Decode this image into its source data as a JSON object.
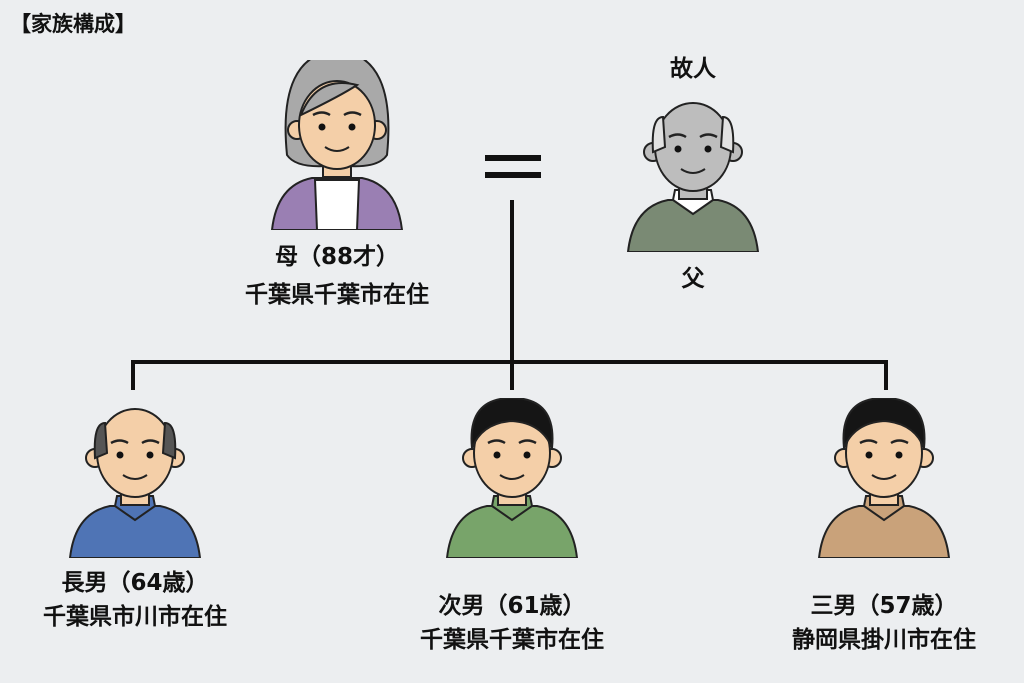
{
  "title": "【家族構成】",
  "mother": {
    "relation_age": "母（88才）",
    "residence": "千葉県千葉市在住",
    "hair": "#a9a9a9",
    "shirt": "#9a7fb3",
    "inner": "#ffffff",
    "skin": "#f4cfa8"
  },
  "father": {
    "status": "故人",
    "relation": "父",
    "hair": "#e2e2e2",
    "shirt": "#7a8a74",
    "inner": "#ffffff",
    "skin": "#bdbdbd"
  },
  "marriage_symbol": "=",
  "children": [
    {
      "relation_age": "長男（64歳）",
      "residence": "千葉県市川市在住",
      "hair": "#555555",
      "shirt": "#4f74b5",
      "inner": "#4f74b5",
      "skin": "#f4cfa8"
    },
    {
      "relation_age": "次男（61歳）",
      "residence": "千葉県千葉市在住",
      "hair": "#151515",
      "shirt": "#78a46a",
      "inner": "#78a46a",
      "skin": "#f4cfa8"
    },
    {
      "relation_age": "三男（57歳）",
      "residence": "静岡県掛川市在住",
      "hair": "#151515",
      "shirt": "#c9a27a",
      "inner": "#c9a27a",
      "skin": "#f4cfa8"
    }
  ]
}
